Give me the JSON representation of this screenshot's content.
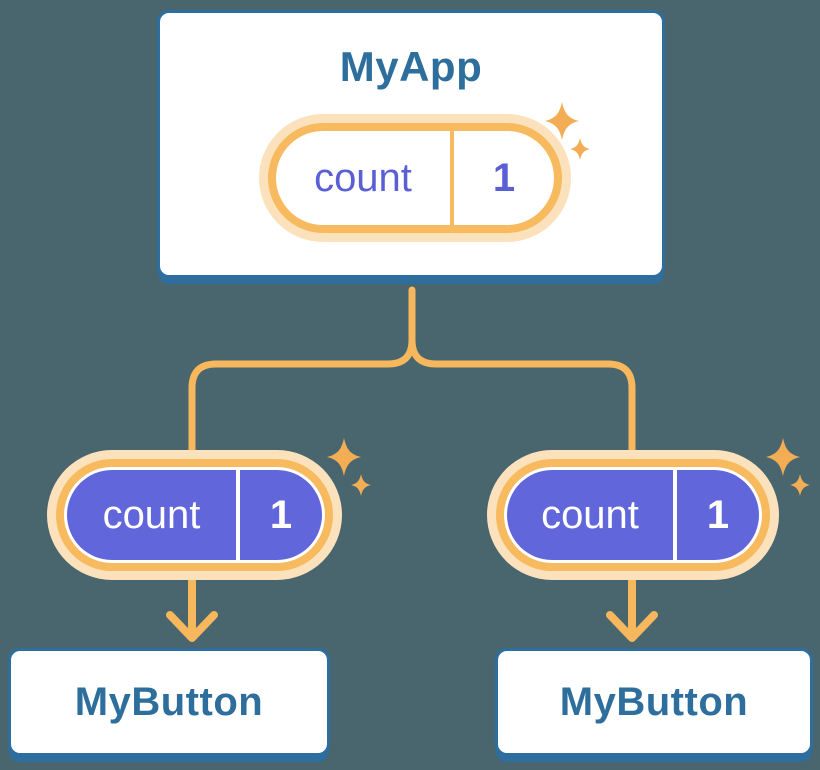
{
  "diagram": {
    "root": {
      "title": "MyApp",
      "state": {
        "label": "count",
        "value": "1"
      }
    },
    "children": [
      {
        "title": "MyButton",
        "state": {
          "label": "count",
          "value": "1"
        }
      },
      {
        "title": "MyButton",
        "state": {
          "label": "count",
          "value": "1"
        }
      }
    ]
  },
  "icons": {
    "sparkle": "four-point-star"
  },
  "colors": {
    "background": "#49666E",
    "card_border": "#2D6E9E",
    "card_text": "#2E6E9C",
    "connector": "#F6B75D",
    "pill_ring": "#F7BA5F",
    "pill_halo": "#FCE2BC",
    "pill_purple": "#6266DB",
    "pill_text_purple": "#5B5FD6",
    "sparkle": "#F3AD55"
  }
}
